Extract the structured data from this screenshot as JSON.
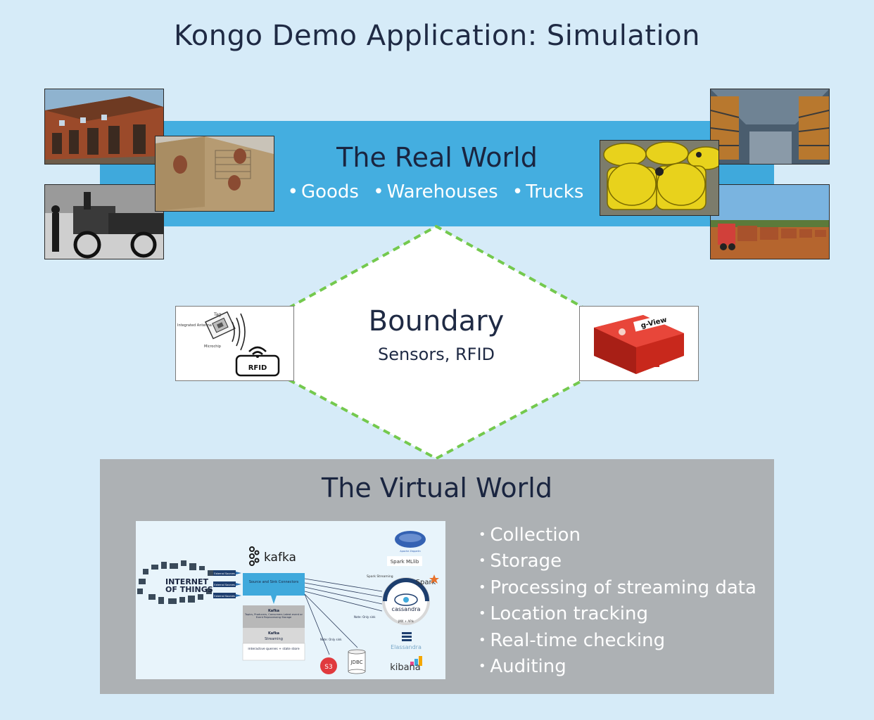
{
  "title": "Kongo Demo Application: Simulation",
  "real_world": {
    "title": "The Real World",
    "items": [
      "Goods",
      "Warehouses",
      "Trucks"
    ]
  },
  "boundary": {
    "title": "Boundary",
    "subtitle": "Sensors, RFID",
    "rfid_label": "RFID",
    "tag_label": "Tag",
    "antenna_label": "Integrated Antenna",
    "microchip_label": "Microchip",
    "sensor_label": "g-View"
  },
  "virtual_world": {
    "title": "The Virtual World",
    "items": [
      "Collection",
      "Storage",
      "Processing of streaming data",
      "Location tracking",
      "Real-time checking",
      "Auditing"
    ],
    "diagram": {
      "kafka": "kafka",
      "iot_line1": "INTERNET",
      "iot_line2": "OF THINGS",
      "external_sources": "External Sources",
      "connectors": "Source and Sink Connectors",
      "kafka_core_title": "Kafka",
      "kafka_core_desc": "Topics, Producers, Consumers Latest event or Event Reprocessing Storage",
      "kafka_streaming_title": "Kafka",
      "kafka_streaming_sub": "Streaming",
      "interactive": "Interactive queries + state store",
      "note_sink": "Note: Only sink",
      "note_only_sink": "Note: Only sink",
      "s3": "S3",
      "jdbc": "JDBC",
      "zeppelin": "Apache Zeppelin",
      "spark_mllib": "Spark MLlib",
      "spark_streaming": "Spark Streaming",
      "spark": "Spark",
      "cassandra": "cassandra",
      "jmx": "JMX + APIs",
      "elassandra": "Elassandra",
      "kibana": "kibana"
    }
  },
  "colors": {
    "background": "#d6ebf8",
    "real_band": "#3fa9dc",
    "virtual_box": "#adb1b4",
    "dashed": "#74c94e",
    "title_text": "#1f2a44"
  }
}
